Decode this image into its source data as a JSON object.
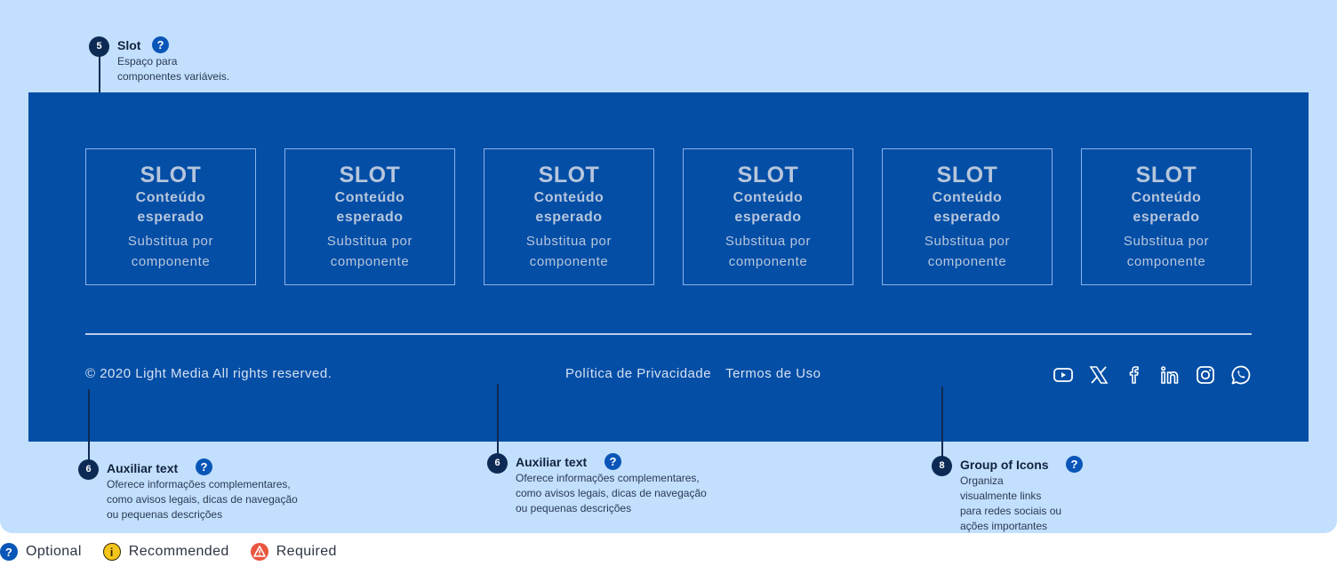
{
  "slots": [
    {
      "title": "SLOT",
      "subtitle": "Conteúdo esperado",
      "hint": "Substitua por componente"
    },
    {
      "title": "SLOT",
      "subtitle": "Conteúdo esperado",
      "hint": "Substitua por componente"
    },
    {
      "title": "SLOT",
      "subtitle": "Conteúdo esperado",
      "hint": "Substitua por componente"
    },
    {
      "title": "SLOT",
      "subtitle": "Conteúdo esperado",
      "hint": "Substitua por componente"
    },
    {
      "title": "SLOT",
      "subtitle": "Conteúdo esperado",
      "hint": "Substitua por componente"
    },
    {
      "title": "SLOT",
      "subtitle": "Conteúdo esperado",
      "hint": "Substitua por componente"
    }
  ],
  "footer": {
    "copyright": "© 2020 Light Media All rights reserved.",
    "links": [
      "Política de Privacidade",
      "Termos de Uso"
    ],
    "social_icons": [
      "youtube-icon",
      "x-icon",
      "facebook-icon",
      "linkedin-icon",
      "instagram-icon",
      "whatsapp-icon"
    ]
  },
  "callouts": {
    "slot": {
      "number": "5",
      "title": "Slot",
      "desc_line1": "Espaço para",
      "desc_line2": "componentes variáveis."
    },
    "aux_left": {
      "number": "6",
      "title": "Auxiliar text",
      "desc_line1": "Oferece informações complementares,",
      "desc_line2": "como avisos legais, dicas de navegação",
      "desc_line3": "ou pequenas descrições"
    },
    "aux_mid": {
      "number": "6",
      "title": "Auxiliar text",
      "desc_line1": "Oferece informações complementares,",
      "desc_line2": "como avisos legais, dicas de navegação",
      "desc_line3": "ou pequenas descrições"
    },
    "icons": {
      "number": "8",
      "title": "Group of Icons",
      "desc_line1": "Organiza",
      "desc_line2": "visualmente links",
      "desc_line3": "para redes sociais ou",
      "desc_line4": "ações importantes"
    }
  },
  "legend": {
    "optional": "Optional",
    "recommended": "Recommended",
    "required": "Required"
  },
  "colors": {
    "canvas": "#c2dffe",
    "footer_bg": "#044ea6",
    "badge": "#0d2a55",
    "optional": "#0a56b8",
    "recommended": "#f4c51a",
    "required": "#e9553f"
  }
}
